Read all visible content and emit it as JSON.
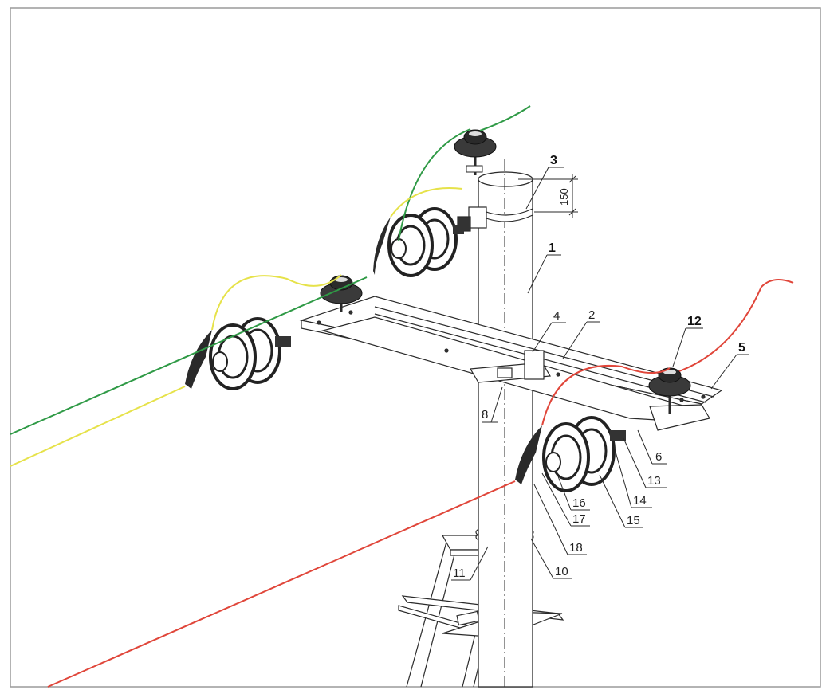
{
  "dimension": {
    "value": "150"
  },
  "callouts": [
    {
      "id": "1",
      "text": "1"
    },
    {
      "id": "2",
      "text": "2"
    },
    {
      "id": "3",
      "text": "3"
    },
    {
      "id": "4",
      "text": "4"
    },
    {
      "id": "5",
      "text": "5"
    },
    {
      "id": "6",
      "text": "6"
    },
    {
      "id": "8",
      "text": "8"
    },
    {
      "id": "10",
      "text": "10"
    },
    {
      "id": "11",
      "text": "11"
    },
    {
      "id": "12",
      "text": "12"
    },
    {
      "id": "13",
      "text": "13"
    },
    {
      "id": "14",
      "text": "14"
    },
    {
      "id": "15",
      "text": "15"
    },
    {
      "id": "16",
      "text": "16"
    },
    {
      "id": "17",
      "text": "17"
    },
    {
      "id": "18",
      "text": "18"
    }
  ],
  "colors": {
    "frame": "#9a9a9a",
    "line": "#2a2a2a",
    "wire_green": "#2f9a46",
    "wire_yellow": "#e6e24a",
    "wire_red": "#e0463a",
    "insulator_dark": "#2d2d2d"
  }
}
